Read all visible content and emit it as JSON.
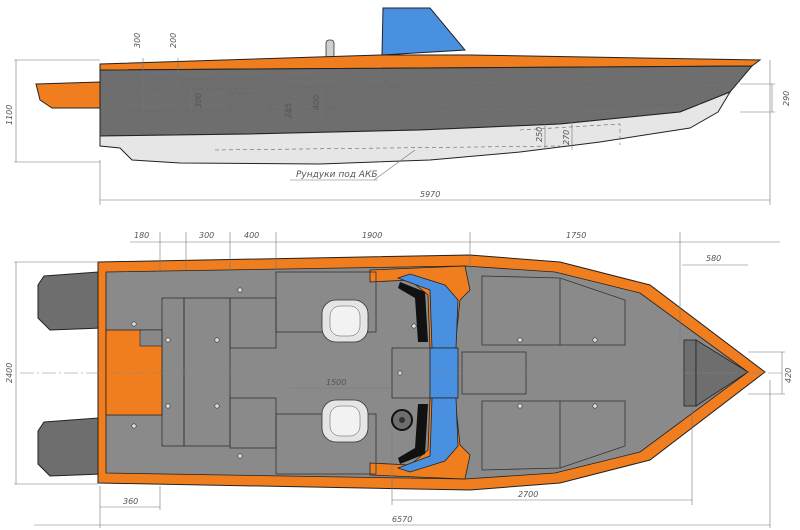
{
  "side_view": {
    "dims": {
      "d300": "300",
      "d200": "200",
      "d300b": "300",
      "d285": "285",
      "d400": "400",
      "d250": "250",
      "d270": "270",
      "d1100": "1100",
      "d290": "290",
      "d5970": "5970"
    },
    "callout": "Рундуки под АКБ"
  },
  "top_view": {
    "dims": {
      "d180": "180",
      "d300": "300",
      "d400": "400",
      "d1900": "1900",
      "d1750": "1750",
      "d580": "580",
      "d2400": "2400",
      "d420": "420",
      "d1500": "1500",
      "d360": "360",
      "d2700": "2700",
      "d6570": "6570"
    }
  },
  "colors": {
    "hull_orange": "#f07d1e",
    "deck_grey": "#8a8a8a",
    "hull_dark": "#6e6e6e",
    "hull_light": "#e6e6e6",
    "windshield_blue": "#4a90e0"
  }
}
